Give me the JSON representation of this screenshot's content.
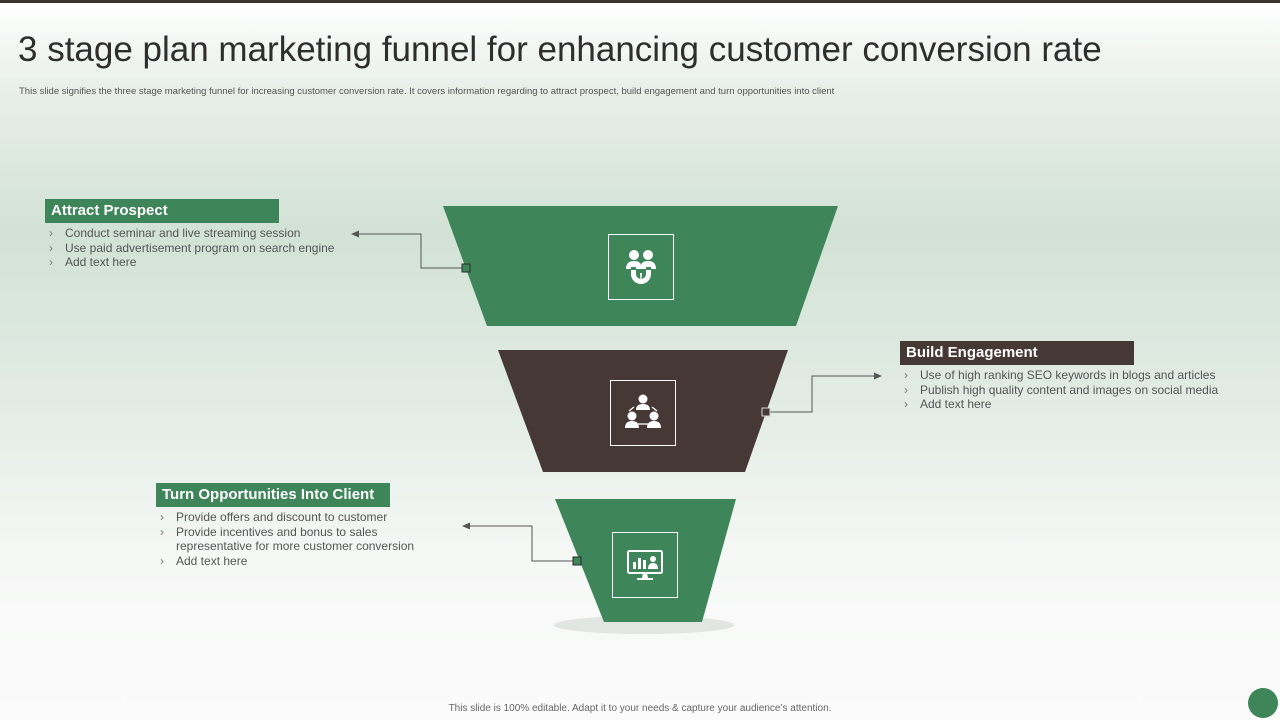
{
  "title": "3 stage plan marketing funnel for enhancing customer conversion rate",
  "subtitle": "This slide signifies the three stage marketing  funnel for increasing customer conversion rate. It covers information regarding to attract prospect, build engagement and turn opportunities into client",
  "colors": {
    "green": "#3e8559",
    "brown": "#463835",
    "connector": "#555555"
  },
  "stages": [
    {
      "heading": "Attract Prospect",
      "icon": "customer-magnet-icon",
      "items": [
        "Conduct seminar and live streaming session",
        "Use paid advertisement program on search engine",
        "Add text here"
      ]
    },
    {
      "heading": "Build Engagement",
      "icon": "team-network-icon",
      "items": [
        "Use of high ranking SEO keywords in blogs and articles",
        "Publish high quality content and images on social media",
        "Add text here"
      ]
    },
    {
      "heading": "Turn Opportunities Into Client",
      "icon": "presentation-monitor-icon",
      "items": [
        "Provide offers and discount to customer",
        "Provide incentives and bonus to sales representative for more customer conversion",
        "Add text here"
      ]
    }
  ],
  "footer": "This slide is 100% editable.  Adapt it to your needs & capture your audience’s attention."
}
